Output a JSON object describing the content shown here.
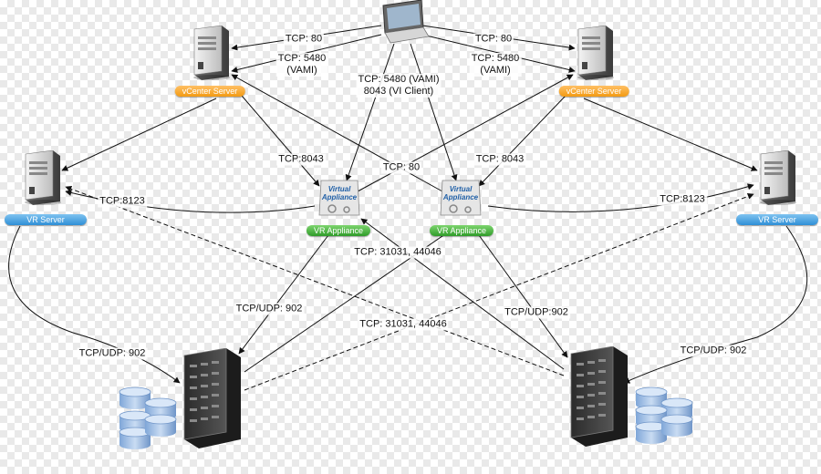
{
  "nodes": {
    "vcenter_left": "vCenter Server",
    "vcenter_right": "vCenter Server",
    "vr_server_left": "VR Server",
    "vr_server_right": "VR Server",
    "vr_appliance_left": "VR Appliance",
    "vr_appliance_right": "VR Appliance",
    "appliance_icon_line1": "Virtual",
    "appliance_icon_line2": "Appliance"
  },
  "colors": {
    "vcenter_pill": "#f39a12",
    "vr_server_pill": "#2f8fd6",
    "vr_appliance_pill": "#2f9c2a"
  },
  "labels": {
    "tcp80_left": "TCP: 80",
    "tcp80_right": "TCP: 80",
    "tcp5480_left_line1": "TCP: 5480",
    "tcp5480_left_line2": "(VAMI)",
    "tcp5480_right_line1": "TCP: 5480",
    "tcp5480_right_line2": "(VAMI)",
    "center_top_line1": "TCP: 5480 (VAMI)",
    "center_top_line2": "8043 (VI Client)",
    "tcp8043_left": "TCP:8043",
    "tcp8043_right": "TCP: 8043",
    "tcp80_center": "TCP: 80",
    "tcp8123_left": "TCP:8123",
    "tcp8123_right": "TCP:8123",
    "tcp31031_upper": "TCP: 31031, 44046",
    "tcp31031_lower": "TCP: 31031, 44046",
    "tcpudp902_inner_left": "TCP/UDP: 902",
    "tcpudp902_inner_right": "TCP/UDP:902",
    "tcpudp902_outer_left": "TCP/UDP: 902",
    "tcpudp902_outer_right": "TCP/UDP: 902"
  }
}
